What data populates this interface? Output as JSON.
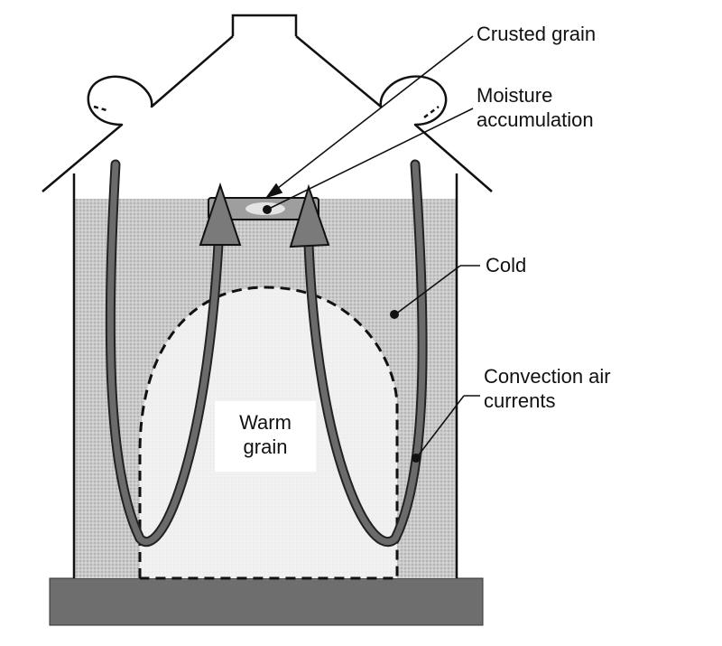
{
  "labels": {
    "crusted_grain": "Crusted grain",
    "moisture_line1": "Moisture",
    "moisture_line2": "accumulation",
    "cold": "Cold",
    "convection_line1": "Convection air",
    "convection_line2": "currents",
    "warm_line1": "Warm",
    "warm_line2": "grain"
  },
  "colors": {
    "outline": "#111111",
    "cold_grain": "#c4c4c4",
    "warm_grain": "#ededed",
    "air_current": "#6b6b6b",
    "base": "#6e6e6e"
  }
}
